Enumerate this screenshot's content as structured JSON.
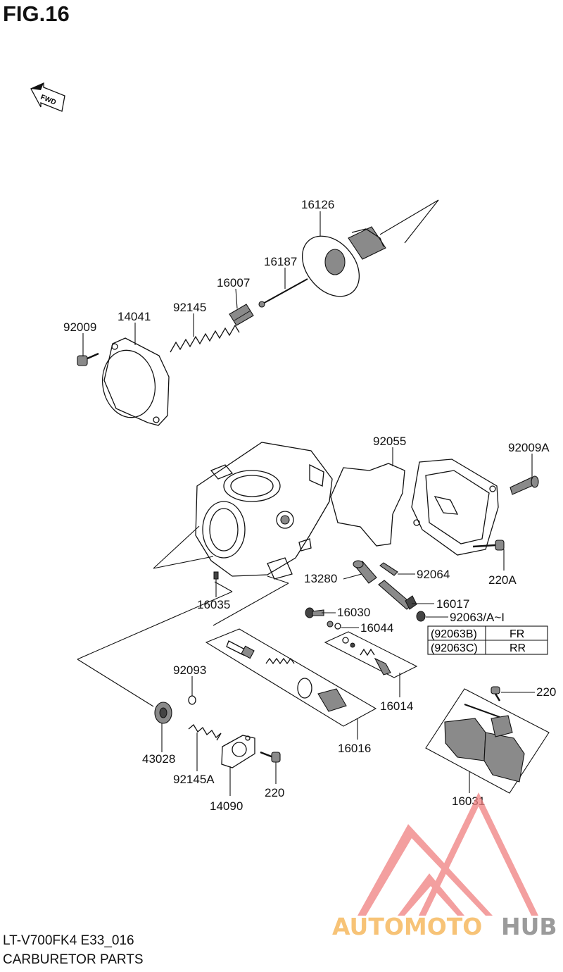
{
  "figure": {
    "title": "FIG.16",
    "fwd_label": "FWD"
  },
  "parts": {
    "p16126": "16126",
    "p16187": "16187",
    "p16007": "16007",
    "p92145": "92145",
    "p14041": "14041",
    "p92009": "92009",
    "p92055": "92055",
    "p92009A": "92009A",
    "p92064": "92064",
    "p13280": "13280",
    "p220A": "220A",
    "p16017": "16017",
    "p16035": "16035",
    "p16030": "16030",
    "p92063": "92063/A~I",
    "p16044": "16044",
    "p92093": "92093",
    "p16014": "16014",
    "p220a": "220",
    "p43028": "43028",
    "p16016": "16016",
    "p92145A": "92145A",
    "p220b": "220",
    "p14090": "14090",
    "p16031": "16031"
  },
  "legend": {
    "rows": [
      {
        "code": "(92063B)",
        "position": "FR"
      },
      {
        "code": "(92063C)",
        "position": "RR"
      }
    ]
  },
  "footer": {
    "model_code": "LT-V700FK4 E33_016",
    "title": "CARBURETOR PARTS"
  },
  "watermark": {
    "text_colored": "AUTOMOTO",
    "text_gray": "HUB",
    "color_primary": "#f08080",
    "color_secondary": "#f5b04a",
    "color_gray": "#7a7a7a"
  }
}
